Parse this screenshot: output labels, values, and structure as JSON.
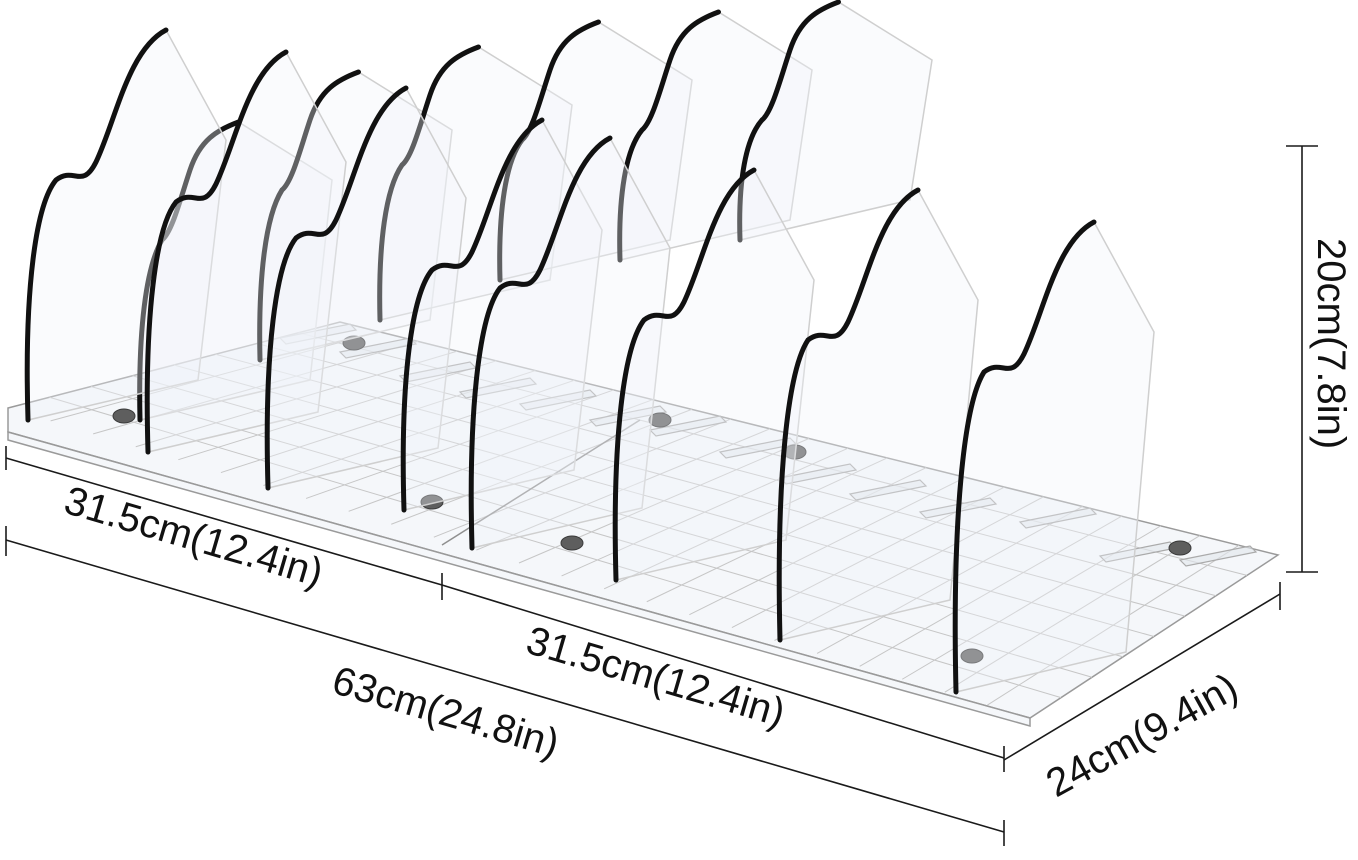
{
  "diagram": {
    "labels": {
      "height": "20cm(7.8in)",
      "section_left": "31.5cm(12.4in)",
      "section_right": "31.5cm(12.4in)",
      "total_length": "63cm(24.8in)",
      "depth": "24cm(9.4in)"
    },
    "colors": {
      "outline": "#111111",
      "acrylic": "#eef2f6",
      "grid": "#c6c6c6",
      "knob": "#5e5e5e"
    }
  }
}
